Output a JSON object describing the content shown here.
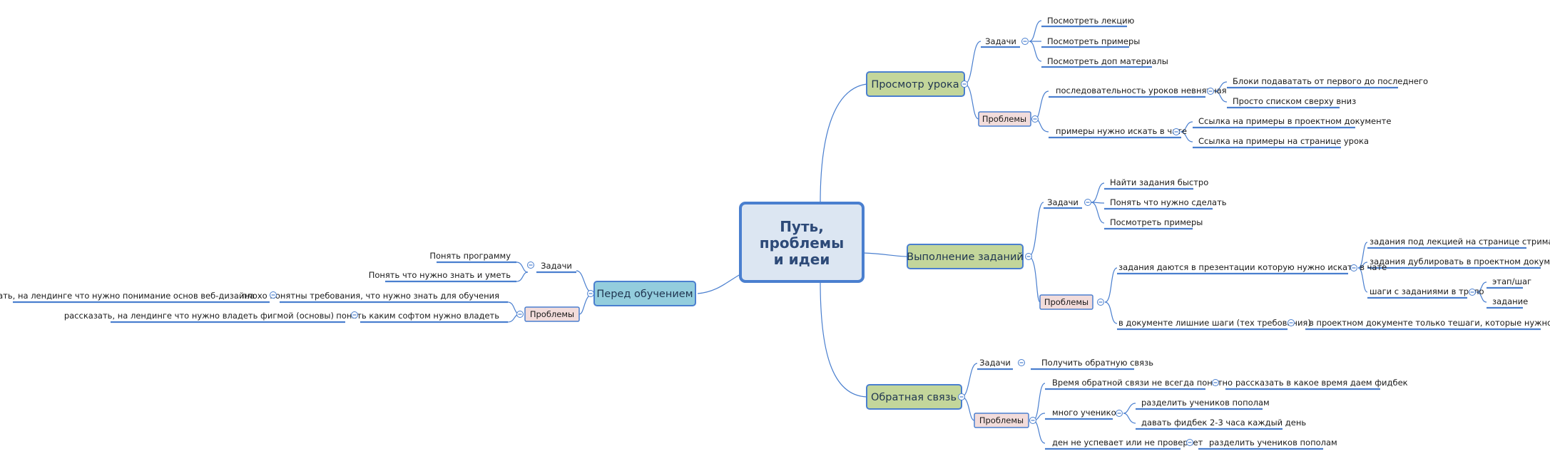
{
  "central": {
    "lines": [
      "Путь,",
      "проблемы",
      "и идеи"
    ]
  },
  "topics": {
    "t1": "Просмотр урока",
    "t2": "Выполнение заданий",
    "t3": "Обратная связь",
    "t4": "Перед обучением"
  },
  "nodes": {
    "a1": "Задачи",
    "a2": "Посмотреть лекцию",
    "a3": "Посмотреть примеры",
    "a4": "Посмотреть доп материалы",
    "a5": "Проблемы",
    "a6": "последовательность уроков невнятная",
    "a7": "Блоки подаватать от первого до последнего",
    "a8": "Просто списком сверху вниз",
    "a9": "примеры нужно искать в чате",
    "a10": "Ссылка на примеры в проектном документе",
    "a11": "Ссылка на примеры на странице урока",
    "b1": "Задачи",
    "b2": "Найти задания быстро",
    "b3": "Понять что нужно сделать",
    "b4": "Посмотреть примеры",
    "b5": "Проблемы",
    "b6": "задания даются в презентации которую нужно искать в чате",
    "b7": "задания под лекцией на странице стрима",
    "b8": "задания дублировать в проектном документе",
    "b9": "шаги с заданиями в трело",
    "b10": "этап/шаг",
    "b11": "задание",
    "b12": "в документе лишние шаги (тех требования)",
    "b13": "в проектном документе только тешаги, которые нужно пройти",
    "c1": "Задачи",
    "c2": "Получить обратную связь",
    "c3": "Проблемы",
    "c4": "Время обратной связи не всегда понятно",
    "c5": "рассказать в какое время даем фидбек",
    "c6": "много учеников",
    "c7": "разделить учеников пополам",
    "c8": "давать фидбек 2-3 часа каждый день",
    "c9": "ден не успевает или не проверяет",
    "c10": "разделить учеников пополам",
    "d1": "Задачи",
    "d2": "Понять программу",
    "d3": "Понять что нужно знать и уметь",
    "d4": "Проблемы",
    "d5": "плохо понятны требования, что нужно знать для обучения",
    "d6": "рассказать, на лендинге что нужно понимание основ веб-дизайна",
    "d7": "понять каким софтом нужно владеть",
    "d8": "рассказать, на лендинге что нужно владеть фигмой (основы)"
  },
  "colors": {
    "connector": "#4a7fcf",
    "topic_green": "#c3d69b",
    "topic_blue": "#93cddd",
    "problem_fill": "#f2dcdb",
    "central_fill": "#dce6f2"
  }
}
